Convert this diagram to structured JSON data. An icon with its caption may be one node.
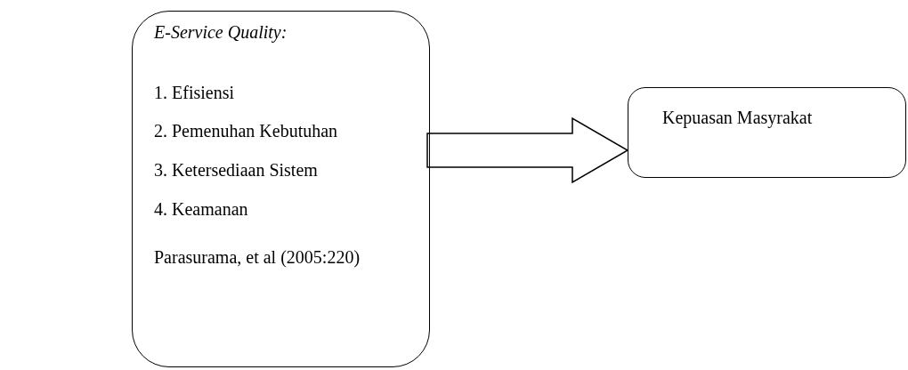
{
  "diagram": {
    "nodes": [
      {
        "text": [
          "E-Service Quality:",
          "1. Efisiensi",
          "2. Pemenuhan Kebutuhan",
          "3. Ketersediaan Sistem",
          "4. Keamanan",
          "Parasurama, et al (2005:220)"
        ]
      },
      {
        "text": [
          "Kepuasan Masyrakat"
        ]
      }
    ],
    "edges": [
      {
        "from": 0,
        "to": 1,
        "arrow": "to"
      }
    ]
  }
}
